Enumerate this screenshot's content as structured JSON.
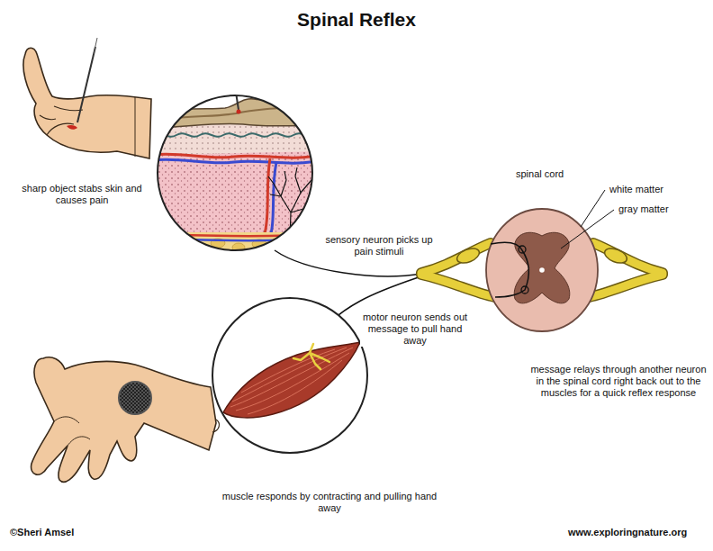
{
  "diagram": {
    "title": "Spinal Reflex",
    "labels": [
      "sharp object stabs skin and causes pain",
      "spinal cord",
      "white matter",
      "gray matter",
      "sensory neuron picks up pain stimuli",
      "motor neuron sends out message to pull hand away",
      "message relays through another neuron in the spinal cord right back out to the muscles for a quick reflex response",
      "muscle responds by contracting and pulling hand away",
      "©Sheri Amsel",
      "www.exploringnature.org"
    ]
  }
}
